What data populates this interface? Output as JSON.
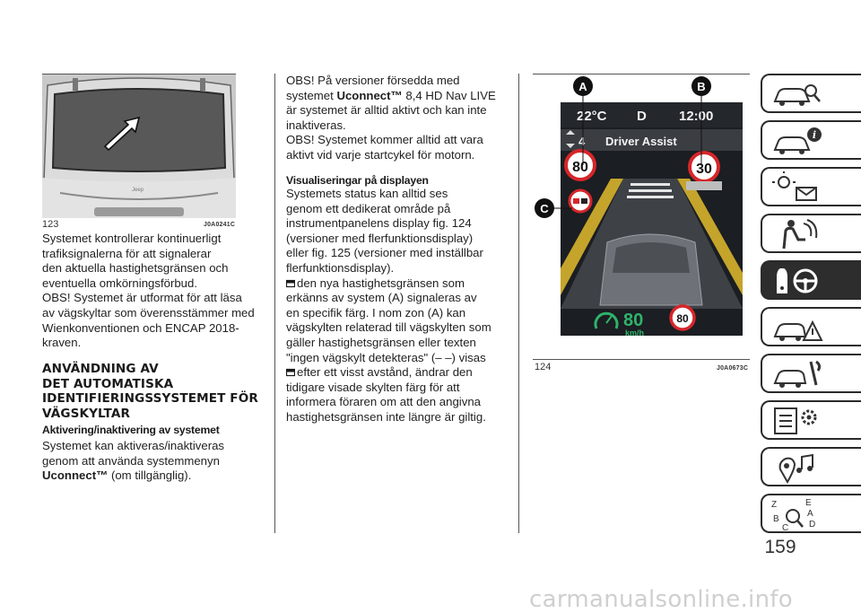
{
  "left_column": {
    "figure": {
      "number": "123",
      "code": "J0A0241C"
    },
    "intro_lines": [
      "Systemet kontrollerar kontinuerligt",
      "trafiksignalerna för att signalerar",
      "den aktuella hastighetsgränsen och",
      "eventuella omkörningsförbud.",
      "OBS! Systemet är utformat för att läsa",
      "av vägskyltar som överensstämmer med",
      "Wienkonventionen och ENCAP 2018-",
      "kraven."
    ],
    "heading_lines": [
      "ANVÄNDNING AV",
      "DET AUTOMATISKA",
      "IDENTIFIERINGSSYSTEMET FÖR",
      "VÄGSKYLTAR"
    ],
    "subheading": "Aktivering/inaktivering av systemet",
    "activation_lines": [
      "Systemet kan aktiveras/inaktiveras",
      "genom att använda systemmenyn"
    ],
    "activation_brand": "Uconnect™",
    "activation_suffix": " (om tillgänglig)."
  },
  "middle_column": {
    "obs1_line1": "OBS! På versioner försedda med",
    "obs1_prefix": "systemet ",
    "obs1_brand": "Uconnect™",
    "obs1_suffix": " 8,4 HD Nav LIVE",
    "obs1_rest": [
      "är systemet är alltid aktivt och kan inte",
      "inaktiveras."
    ],
    "obs2_lines": [
      "OBS! Systemet kommer alltid att vara",
      "aktivt vid varje startcykel för motorn."
    ],
    "subheading": "Visualiseringar på displayen",
    "display_lines": [
      "Systemets status kan alltid ses",
      "genom ett dedikerat område på",
      "instrumentpanelens display fig. 124",
      "(versioner med flerfunktionsdisplay)",
      "eller fig. 125 (versioner med inställbar",
      "flerfunktionsdisplay)."
    ],
    "bullet1_first": "den nya hastighetsgränsen som",
    "bullet1_lines": [
      "erkänns av system (A) signaleras av",
      "en specifik färg. I nom zon (A) kan",
      "vägskylten relaterad till vägskylten som",
      "gäller hastighetsgränsen eller texten",
      "\"ingen vägskylt detekteras\" (– –) visas"
    ],
    "bullet2_first": "efter ett visst avstånd, ändrar den",
    "bullet2_lines": [
      "tidigare visade skylten färg för att",
      "informera föraren om att den angivna",
      "hastighetsgränsen inte längre är giltig."
    ]
  },
  "figure_124": {
    "number": "124",
    "code": "J0A0673C",
    "callouts": [
      "A",
      "B",
      "C"
    ],
    "display": {
      "temperature": "22°C",
      "gear": "D",
      "time": "12:00",
      "menu_index": "4",
      "menu_title": "Driver Assist",
      "sign_a": "80",
      "sign_b": "30",
      "speed": "80",
      "speed_unit": "km/h",
      "sign_bottom": "80"
    }
  },
  "side_tabs": [
    {
      "icon": "car-magnifier-icon",
      "active": false
    },
    {
      "icon": "car-info-icon",
      "active": false
    },
    {
      "icon": "warning-light-message-icon",
      "active": false
    },
    {
      "icon": "seat-airbag-icon",
      "active": false
    },
    {
      "icon": "steering-wheel-driving-icon",
      "active": true
    },
    {
      "icon": "car-crash-warning-icon",
      "active": false
    },
    {
      "icon": "car-wrench-icon",
      "active": false
    },
    {
      "icon": "technical-data-icon",
      "active": false
    },
    {
      "icon": "multimedia-icon",
      "active": false
    },
    {
      "icon": "index-icon",
      "active": false
    }
  ],
  "page_number": "159",
  "watermark": "carmanualsonline.info",
  "colors": {
    "tab_active": "#2d2d2d",
    "sign_red": "#d6262a",
    "display_bg": "#1b1e22",
    "speedometer_green": "#2fb36b"
  }
}
